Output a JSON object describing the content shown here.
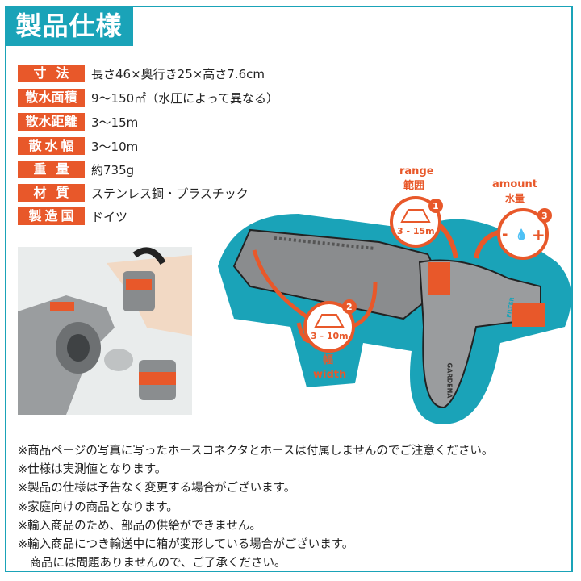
{
  "header": {
    "title": "製品仕様"
  },
  "specs": [
    {
      "label": "寸法",
      "value": "長さ46×奥行き25×高さ7.6cm"
    },
    {
      "label": "散水面積",
      "value": "9〜150㎡（水圧によって異なる）"
    },
    {
      "label": "散水距離",
      "value": "3〜15m"
    },
    {
      "label": "散水幅",
      "value": "3〜10m"
    },
    {
      "label": "重量",
      "value": "約735g"
    },
    {
      "label": "材質",
      "value": "ステンレス鋼・プラスチック"
    },
    {
      "label": "製造国",
      "value": "ドイツ"
    }
  ],
  "diagram": {
    "range": {
      "en": "range",
      "ja": "範囲",
      "num": "1",
      "value": "3 - 15m"
    },
    "width": {
      "en": "width",
      "ja": "幅",
      "num": "2",
      "value": "3 - 10m"
    },
    "amount": {
      "en": "amount",
      "ja": "水量",
      "num": "3",
      "minus": "-",
      "plus": "+"
    },
    "brand": "GARDENA",
    "filter": "FILTER"
  },
  "notes": [
    "※商品ページの写真に写ったホースコネクタとホースは付属しませんのでご注意ください。",
    "※仕様は実測値となります。",
    "※製品の仕様は予告なく変更する場合がございます。",
    "※家庭向けの商品となります。",
    "※輸入商品のため、部品の供給ができません。",
    "※輸入商品につき輸送中に箱が変形している場合がございます。",
    "　商品には問題ありませんので、ご了承ください。"
  ],
  "colors": {
    "teal": "#1aa3b8",
    "orange": "#e8582a",
    "grey": "#8a8c8e"
  }
}
